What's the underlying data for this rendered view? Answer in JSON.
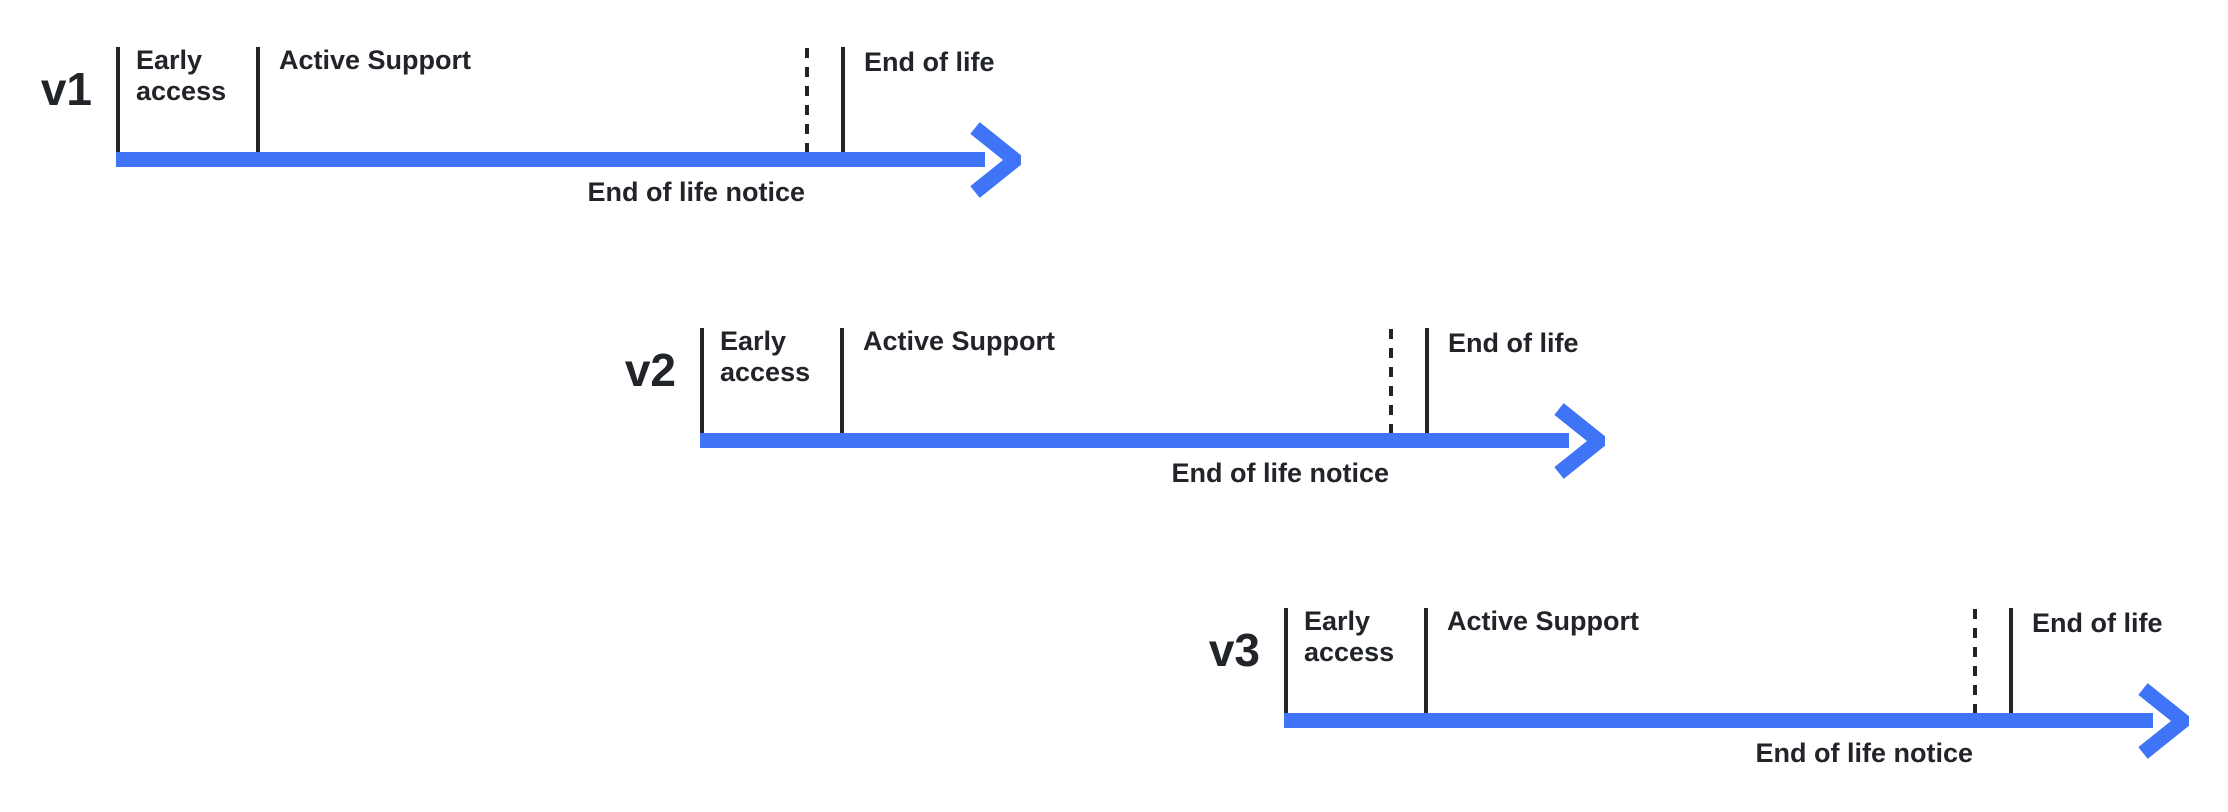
{
  "colors": {
    "timeline_blue": "#3E74F5",
    "ink": "#212429",
    "background": "#ffffff"
  },
  "rows": [
    {
      "version": "v1",
      "labels": {
        "early_access": "Early\naccess",
        "active_support": "Active Support",
        "end_of_life": "End of life",
        "eol_notice": "End of life notice"
      }
    },
    {
      "version": "v2",
      "labels": {
        "early_access": "Early\naccess",
        "active_support": "Active Support",
        "end_of_life": "End of life",
        "eol_notice": "End of life notice"
      }
    },
    {
      "version": "v3",
      "labels": {
        "early_access": "Early\naccess",
        "active_support": "Active Support",
        "end_of_life": "End of life",
        "eol_notice": "End of life notice"
      }
    }
  ]
}
